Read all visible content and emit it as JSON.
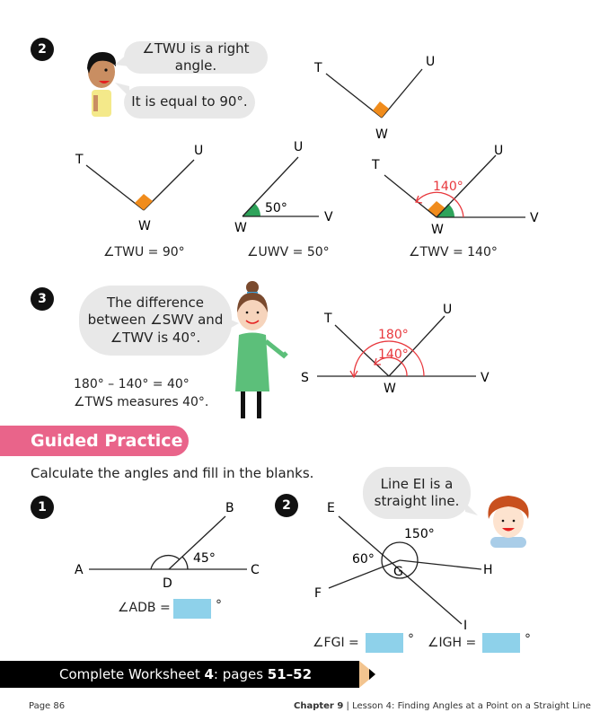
{
  "section2": {
    "badge": "2",
    "bubble1": "∠TWU is a right angle.",
    "bubble2": "It is equal to 90°.",
    "main_figure": {
      "T": "T",
      "U": "U",
      "W": "W"
    },
    "figures": [
      {
        "labels": {
          "T": "T",
          "U": "U",
          "W": "W"
        },
        "caption": "∠TWU = 90°"
      },
      {
        "labels": {
          "U": "U",
          "W": "W",
          "V": "V"
        },
        "angle": "50°",
        "caption": "∠UWV = 50°"
      },
      {
        "labels": {
          "T": "T",
          "U": "U",
          "W": "W",
          "V": "V"
        },
        "angle": "140°",
        "caption": "∠TWV = 140°"
      }
    ]
  },
  "section3": {
    "badge": "3",
    "bubble_lines": [
      "The difference",
      "between ∠SWV and",
      "∠TWV is 40°."
    ],
    "calc_line1": "180° – 140° = 40°",
    "calc_line2": "∠TWS measures 40°.",
    "figure": {
      "T": "T",
      "U": "U",
      "S": "S",
      "W": "W",
      "V": "V",
      "outer_angle": "180°",
      "inner_angle": "140°"
    }
  },
  "guided_practice": {
    "title": "Guided Practice",
    "instruction": "Calculate the angles and fill in the blanks.",
    "q1": {
      "badge": "1",
      "labels": {
        "A": "A",
        "B": "B",
        "C": "C",
        "D": "D"
      },
      "angle": "45°",
      "prompt": "∠ADB =",
      "answer": "",
      "unit": "°"
    },
    "q2": {
      "badge": "2",
      "bubble_lines": [
        "Line EI is a",
        "straight line."
      ],
      "labels": {
        "E": "E",
        "F": "F",
        "G": "G",
        "H": "H",
        "I": "I"
      },
      "angle_top": "150°",
      "angle_left": "60°",
      "prompt1": "∠FGI =",
      "answer1": "",
      "prompt2": "∠IGH =",
      "answer2": "",
      "unit": "°"
    }
  },
  "worksheet_bar": {
    "prefix": "Complete Worksheet ",
    "number": "4",
    "middle": ": pages ",
    "pages": "51–52"
  },
  "footer": {
    "page": "Page 86",
    "chapter": "Chapter 9",
    "lesson": "Lesson 4: Finding Angles at a Point on a Straight Line"
  },
  "colors": {
    "right_angle": "#f08c1c",
    "acute_angle": "#2ea35a",
    "arc_red": "#e8383d",
    "banner_pink": "#e9648a",
    "answer_box": "#8ed1ea",
    "bubble": "#e8e8e8"
  }
}
